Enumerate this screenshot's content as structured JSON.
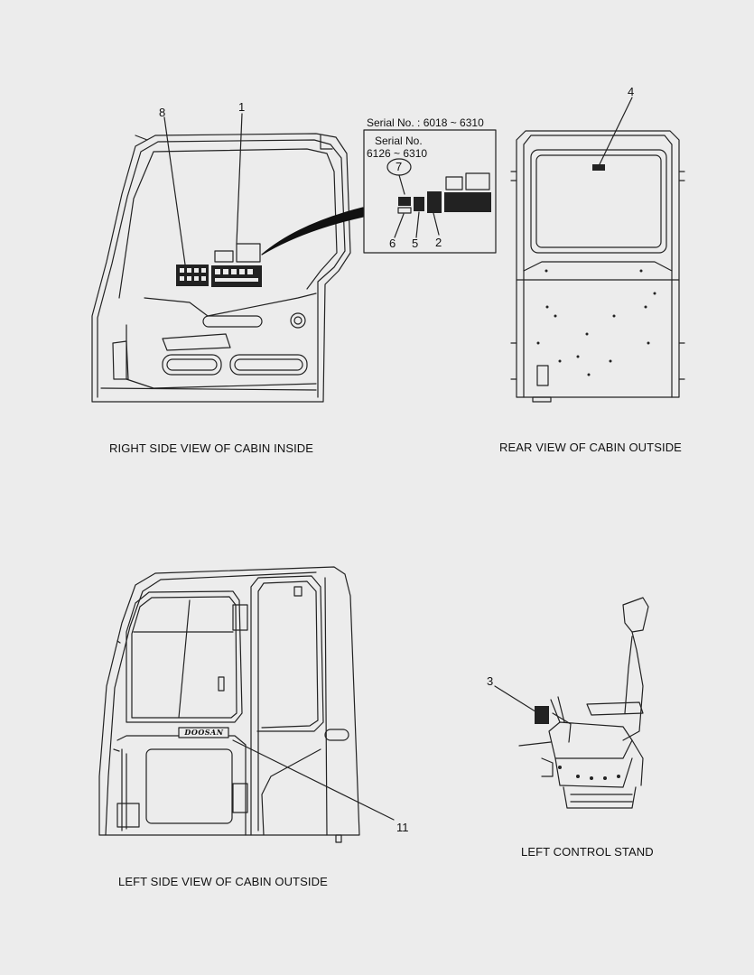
{
  "views": {
    "right_inside": "RIGHT SIDE VIEW OF CABIN INSIDE",
    "rear_outside": "REAR VIEW OF CABIN OUTSIDE",
    "left_outside": "LEFT SIDE VIEW OF CABIN OUTSIDE",
    "control_stand": "LEFT CONTROL STAND"
  },
  "inset": {
    "serial_outer": "Serial No. : 6018 ~ 6310",
    "serial_inner_line1": "Serial No.",
    "serial_inner_line2": "6126 ~ 6310"
  },
  "callouts": {
    "n1": "1",
    "n2": "2",
    "n3": "3",
    "n4": "4",
    "n5": "5",
    "n6": "6",
    "n7": "7",
    "n8": "8",
    "n11": "11"
  },
  "brand": "DOOSAN"
}
